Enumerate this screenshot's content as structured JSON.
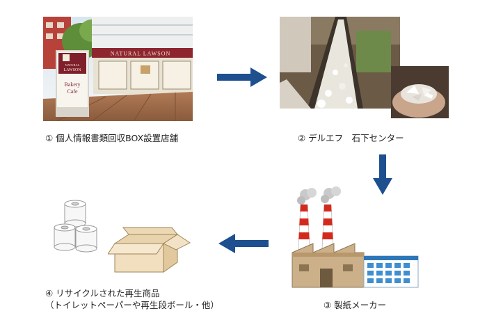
{
  "steps": [
    {
      "caption": "① 個人情報書類回収BOX設置店舗"
    },
    {
      "caption": "② デルエフ　石下センター"
    },
    {
      "caption": "③ 製紙メーカー"
    },
    {
      "caption_line1": "④ リサイクルされた再生商品",
      "caption_line2": "（トイレットペーパーや再生段ボール・他）"
    }
  ],
  "store_sign": {
    "brand_small": "NATURAL",
    "brand": "LAWSON",
    "sign_line1": "Bakery",
    "sign_line2": "Cafe"
  },
  "store_facade": {
    "text": "NATURAL LAWSON"
  },
  "colors": {
    "arrow": "#1e4f8f",
    "chimney_red": "#d22b1e",
    "factory_wall": "#cbb08a",
    "windows": "#3f8fd0",
    "box": "#f1dfbf"
  }
}
